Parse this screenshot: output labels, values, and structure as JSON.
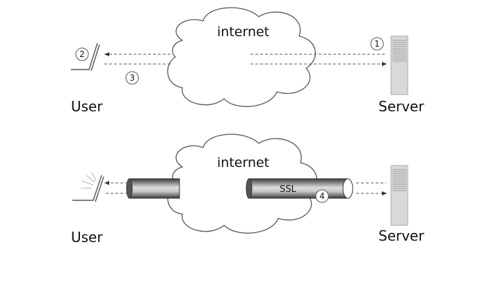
{
  "top": {
    "cloud_label": "internet",
    "user_label": "User",
    "server_label": "Server",
    "steps": {
      "one": "1",
      "two": "2",
      "three": "3"
    }
  },
  "bottom": {
    "cloud_label": "internet",
    "user_label": "User",
    "server_label": "Server",
    "tunnel_label": "SSL",
    "steps": {
      "four": "4"
    }
  },
  "colors": {
    "stroke": "#555555",
    "server_fill": "#d9d9d9",
    "tunnel_dark": "#3c3c3c",
    "tunnel_light": "#dcdcdc"
  }
}
